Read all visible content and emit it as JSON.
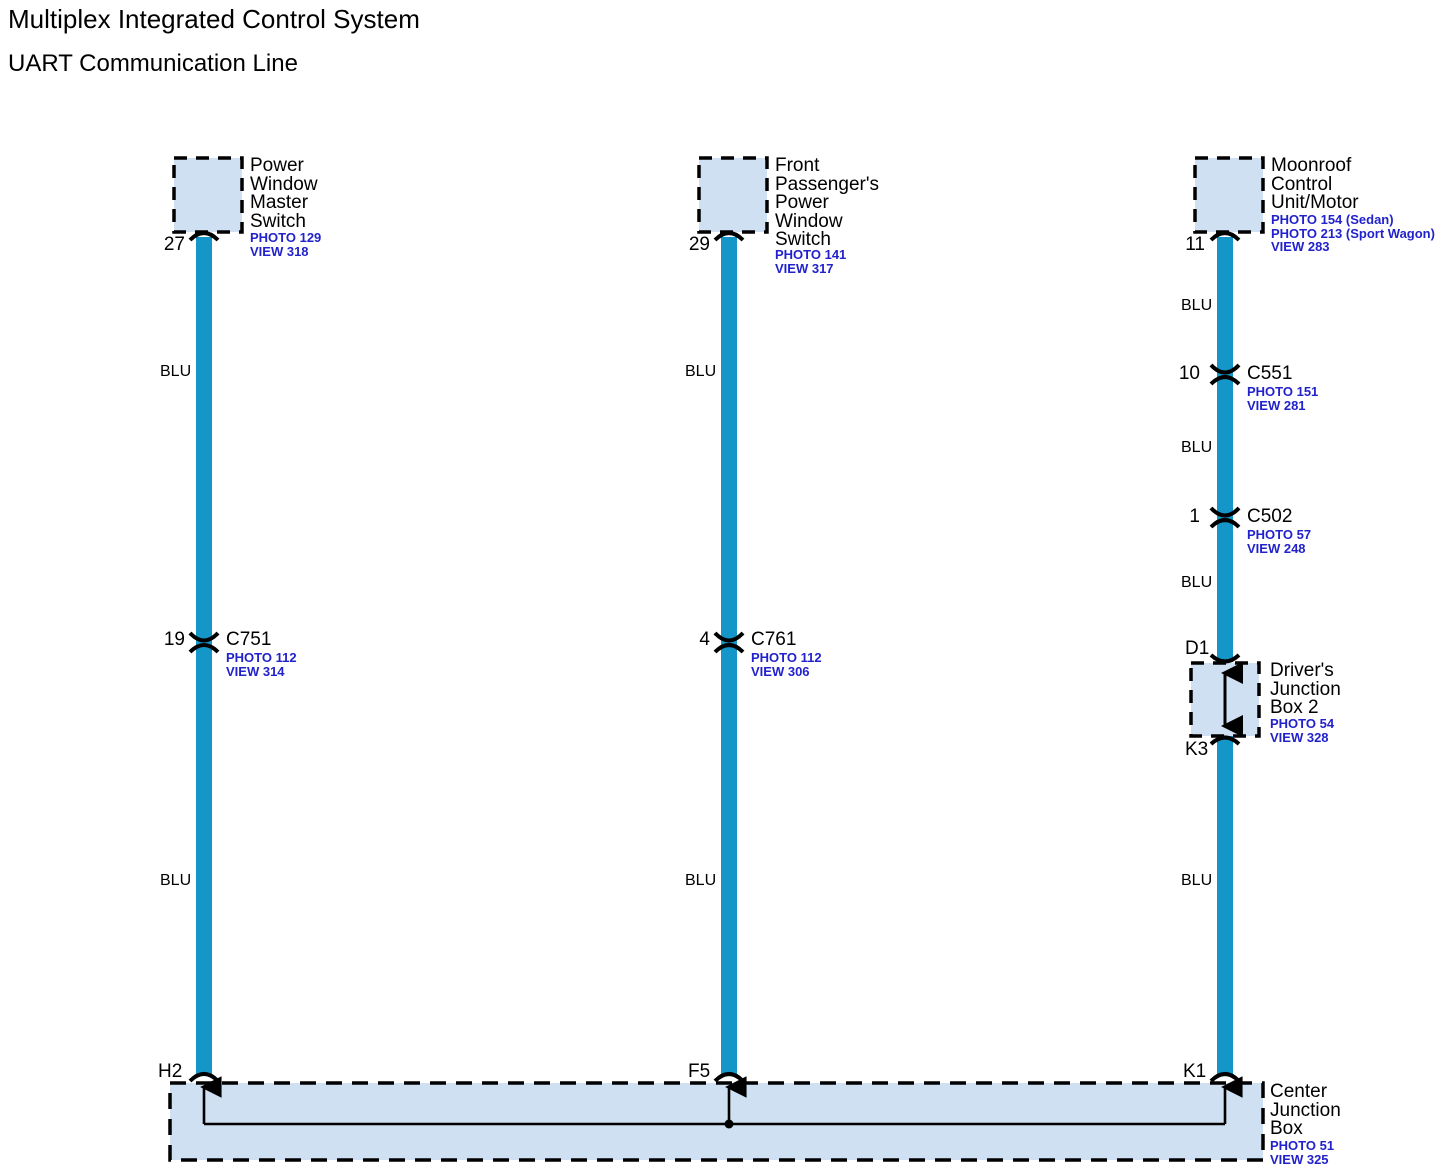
{
  "title": {
    "main": "Multiplex Integrated Control System",
    "sub": "UART Communication Line"
  },
  "colors": {
    "wire_blue": "#1496C8",
    "box_fill": "#CFE0F2",
    "box_stroke": "#000000",
    "photo_text": "#2222CC",
    "background": "#FFFFFF"
  },
  "wire_color_label": "BLU",
  "branches": [
    {
      "id": "branch-1",
      "top_component": {
        "name": "Power Window Master Switch",
        "lines": [
          "Power",
          "Window",
          "Master",
          "Switch"
        ],
        "pin": "27",
        "photo": [
          "PHOTO 129",
          "VIEW 318"
        ]
      },
      "wire_labels": [
        "BLU",
        "BLU"
      ],
      "connectors": [
        {
          "pin": "19",
          "name": "C751",
          "photo": [
            "PHOTO 112",
            "VIEW 314"
          ]
        }
      ],
      "bottom_terminal": "H2"
    },
    {
      "id": "branch-2",
      "top_component": {
        "name": "Front Passenger's Power Window Switch",
        "lines": [
          "Front",
          "Passenger's",
          "Power",
          "Window",
          "Switch"
        ],
        "pin": "29",
        "photo": [
          "PHOTO 141",
          "VIEW 317"
        ]
      },
      "wire_labels": [
        "BLU",
        "BLU"
      ],
      "connectors": [
        {
          "pin": "4",
          "name": "C761",
          "photo": [
            "PHOTO 112",
            "VIEW 306"
          ]
        }
      ],
      "bottom_terminal": "F5"
    },
    {
      "id": "branch-3",
      "top_component": {
        "name": "Moonroof Control Unit/Motor",
        "lines": [
          "Moonroof",
          "Control",
          "Unit/Motor"
        ],
        "pin": "11",
        "photo": [
          "PHOTO 154 (Sedan)",
          "PHOTO 213 (Sport Wagon)",
          "VIEW 283"
        ]
      },
      "wire_labels": [
        "BLU",
        "BLU",
        "BLU",
        "BLU"
      ],
      "connectors": [
        {
          "pin": "10",
          "name": "C551",
          "photo": [
            "PHOTO 151",
            "VIEW 281"
          ]
        },
        {
          "pin": "1",
          "name": "C502",
          "photo": [
            "PHOTO 57",
            "VIEW 248"
          ]
        }
      ],
      "inline_box": {
        "name": "Driver's Junction Box 2",
        "lines": [
          "Driver's",
          "Junction",
          "Box 2"
        ],
        "top_terminal": "D1",
        "bottom_terminal": "K3",
        "photo": [
          "PHOTO 54",
          "VIEW 328"
        ]
      },
      "bottom_terminal": "K1"
    }
  ],
  "bottom_box": {
    "name": "Center Junction Box",
    "lines": [
      "Center",
      "Junction",
      "Box"
    ],
    "photo": [
      "PHOTO 51",
      "VIEW 325"
    ],
    "terminals": [
      "H2",
      "F5",
      "K1"
    ]
  }
}
